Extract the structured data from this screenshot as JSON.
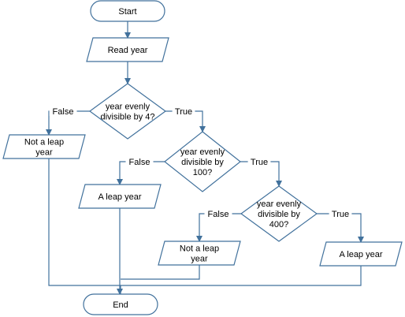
{
  "flowchart": {
    "nodes": [
      {
        "id": "start",
        "kind": "terminator",
        "lines": [
          "Start"
        ]
      },
      {
        "id": "read",
        "kind": "io",
        "lines": [
          "Read year"
        ]
      },
      {
        "id": "d4",
        "kind": "decision",
        "lines": [
          "year evenly",
          "divisible by 4?"
        ]
      },
      {
        "id": "notleap1",
        "kind": "io",
        "lines": [
          "Not a leap",
          "year"
        ]
      },
      {
        "id": "d100",
        "kind": "decision",
        "lines": [
          "year evenly",
          "divisible by",
          "100?"
        ]
      },
      {
        "id": "leap1",
        "kind": "io",
        "lines": [
          "A leap year"
        ]
      },
      {
        "id": "d400",
        "kind": "decision",
        "lines": [
          "year evenly",
          "divisible by",
          "400?"
        ]
      },
      {
        "id": "notleap2",
        "kind": "io",
        "lines": [
          "Not a leap",
          "year"
        ]
      },
      {
        "id": "leap2",
        "kind": "io",
        "lines": [
          "A leap year"
        ]
      },
      {
        "id": "end",
        "kind": "terminator",
        "lines": [
          "End"
        ]
      }
    ],
    "edges": [
      {
        "from": "start",
        "to": "read",
        "label": ""
      },
      {
        "from": "read",
        "to": "d4",
        "label": ""
      },
      {
        "from": "d4",
        "to": "notleap1",
        "label": "False"
      },
      {
        "from": "d4",
        "to": "d100",
        "label": "True"
      },
      {
        "from": "d100",
        "to": "leap1",
        "label": "False"
      },
      {
        "from": "d100",
        "to": "d400",
        "label": "True"
      },
      {
        "from": "d400",
        "to": "notleap2",
        "label": "False"
      },
      {
        "from": "d400",
        "to": "leap2",
        "label": "True"
      },
      {
        "from": "notleap1",
        "to": "end",
        "label": ""
      },
      {
        "from": "leap1",
        "to": "end",
        "label": ""
      },
      {
        "from": "notleap2",
        "to": "end",
        "label": ""
      },
      {
        "from": "leap2",
        "to": "end",
        "label": ""
      }
    ]
  }
}
